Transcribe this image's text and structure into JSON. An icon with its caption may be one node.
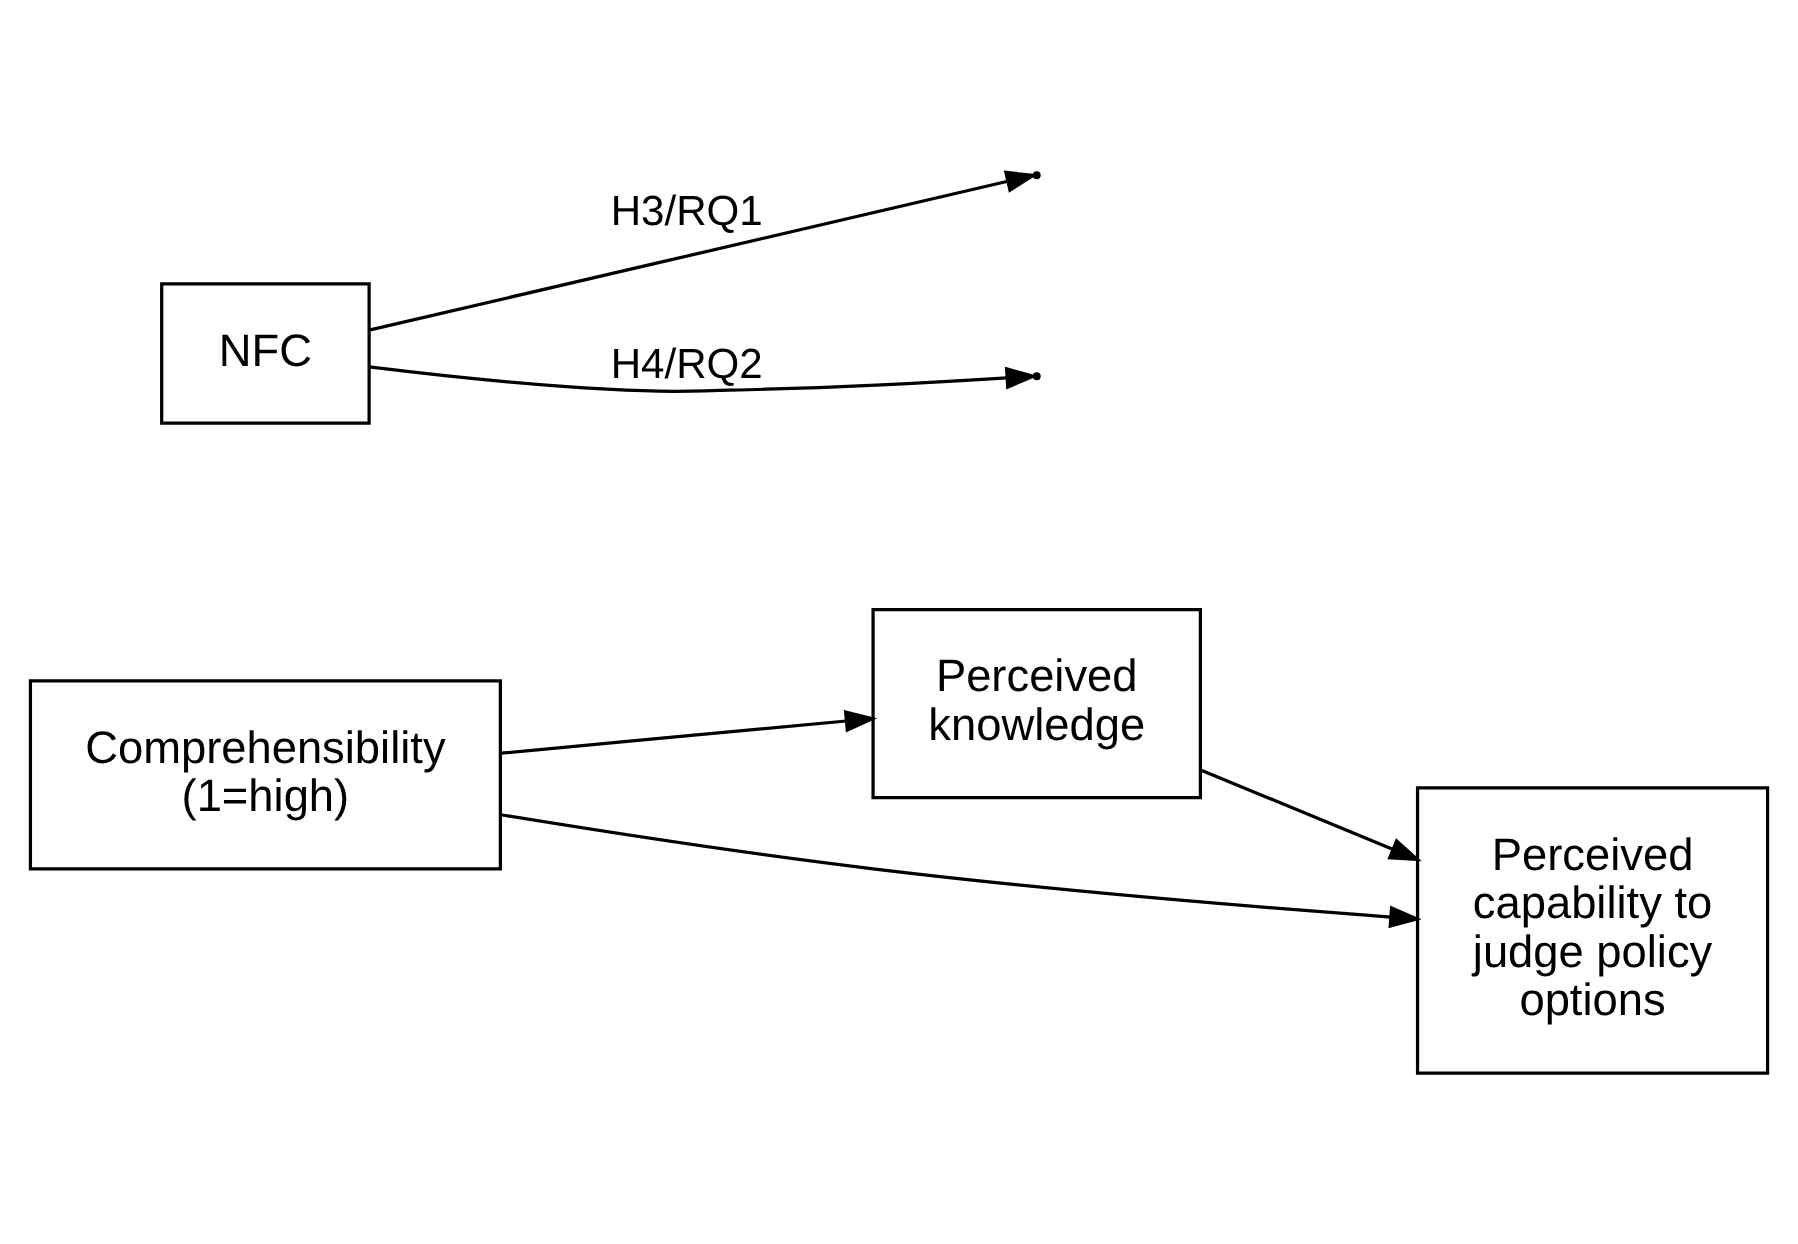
{
  "diagram": {
    "nodes": [
      {
        "text": [
          "Comprehensibility (1=high)"
        ]
      },
      {
        "text": [
          "Perceived knowledge"
        ]
      },
      {
        "text": [
          "Perceived capability to judge policy options"
        ]
      },
      {
        "text": [
          "NFC"
        ]
      }
    ],
    "edges": [
      {
        "from": 0,
        "to": 1,
        "arrow": "to"
      },
      {
        "from": 1,
        "to": 2,
        "arrow": "to"
      },
      {
        "from": 0,
        "to": 2,
        "arrow": "to"
      },
      {
        "from": 3,
        "to": null,
        "arrow": "to",
        "label": "H3/RQ1"
      },
      {
        "from": 3,
        "to": null,
        "arrow": "to",
        "label": "H4/RQ2"
      }
    ]
  }
}
